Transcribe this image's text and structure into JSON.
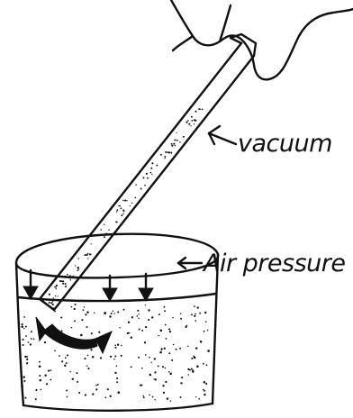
{
  "labels": {
    "vacuum": "vacuum",
    "air_pressure": "Air pressure"
  },
  "colors": {
    "ink": "#111111",
    "background": "#ffffff"
  },
  "icons": [
    "mouth-lips",
    "straw",
    "cup",
    "liquid-stipple",
    "pressure-arrow-down",
    "flow-curved-arrow"
  ]
}
